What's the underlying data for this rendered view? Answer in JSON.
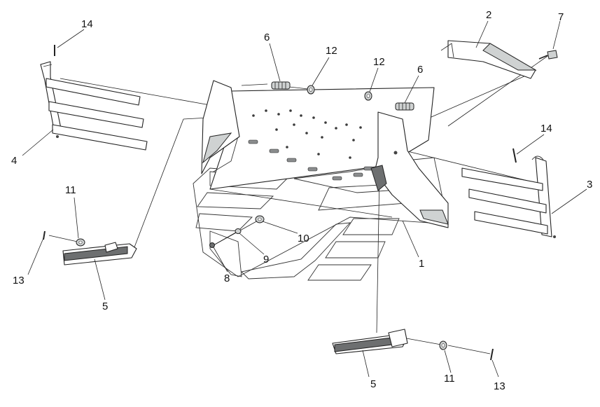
{
  "callouts": [
    {
      "id": "c14a",
      "text": "14"
    },
    {
      "id": "c4",
      "text": "4"
    },
    {
      "id": "c11a",
      "text": "11"
    },
    {
      "id": "c13a",
      "text": "13"
    },
    {
      "id": "c5a",
      "text": "5"
    },
    {
      "id": "c6a",
      "text": "6"
    },
    {
      "id": "c12a",
      "text": "12"
    },
    {
      "id": "c12b",
      "text": "12"
    },
    {
      "id": "c6b",
      "text": "6"
    },
    {
      "id": "c2",
      "text": "2"
    },
    {
      "id": "c7",
      "text": "7"
    },
    {
      "id": "c14b",
      "text": "14"
    },
    {
      "id": "c3",
      "text": "3"
    },
    {
      "id": "c10",
      "text": "10"
    },
    {
      "id": "c9",
      "text": "9"
    },
    {
      "id": "c8",
      "text": "8"
    },
    {
      "id": "c1",
      "text": "1"
    },
    {
      "id": "c5b",
      "text": "5"
    },
    {
      "id": "c11b",
      "text": "11"
    },
    {
      "id": "c13b",
      "text": "13"
    }
  ]
}
